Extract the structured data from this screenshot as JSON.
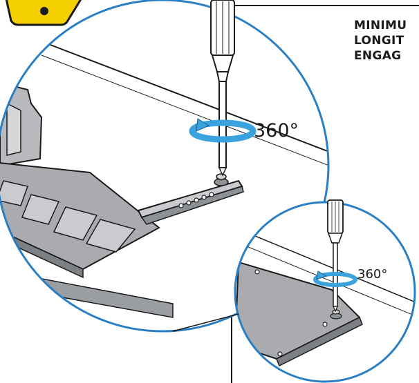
{
  "callout": {
    "line1": "MINIMU",
    "line2": "LONGIT",
    "line3": "ENGAG"
  },
  "rotation": {
    "large_label": "360°",
    "small_label": "360°"
  },
  "colors": {
    "warning_yellow": "#f5d000",
    "circle_border": "#2a7fc4",
    "rotation_arrow": "#3aa2dc",
    "panel_gray": "#a9abae",
    "panel_dark": "#7d8084",
    "line": "#1a1a1a"
  },
  "icons": [
    "warning-icon",
    "screwdriver-icon",
    "rotation-arrow-icon"
  ]
}
